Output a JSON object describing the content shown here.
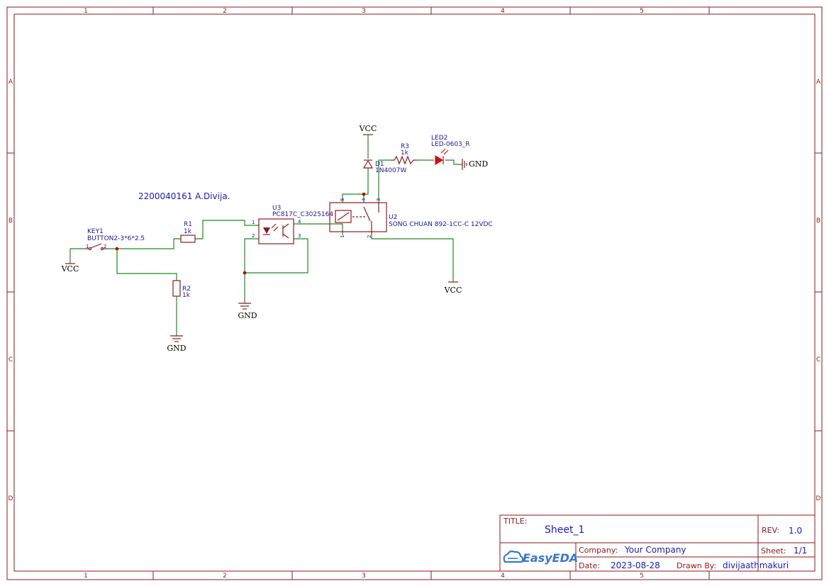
{
  "frame": {
    "columns": [
      "1",
      "2",
      "3",
      "4",
      "5"
    ],
    "rows": [
      "A",
      "B",
      "C",
      "D"
    ]
  },
  "annotation": "2200040161 A.Divija.",
  "components": {
    "key1": {
      "ref": "KEY1",
      "value": "BUTTON2-3*6*2.5",
      "pin1": "1",
      "pin2": "2"
    },
    "r1": {
      "ref": "R1",
      "value": "1k"
    },
    "r2": {
      "ref": "R2",
      "value": "1k"
    },
    "r3": {
      "ref": "R3",
      "value": "1k"
    },
    "u3": {
      "ref": "U3",
      "value": "PC817C_C3025164",
      "pin1": "1",
      "pin2": "2",
      "pin3": "3",
      "pin4": "4"
    },
    "u2": {
      "ref": "U2",
      "value": "SONG CHUAN 892-1CC-C 12VDC",
      "pin1": "1",
      "pin2": "2",
      "pin3": "3",
      "pin4": "4",
      "pin5": "5"
    },
    "d1": {
      "ref": "D1",
      "value": "1N4007W"
    },
    "led2": {
      "ref": "LED2",
      "value": "LED-0603_R"
    }
  },
  "nets": {
    "vcc_key": "VCC",
    "vcc_relay": "VCC",
    "vcc_diode": "VCC",
    "gnd_r2": "GND",
    "gnd_u3": "GND",
    "gnd_led": "GND"
  },
  "title_block": {
    "title_label": "TITLE:",
    "title_value": "Sheet_1",
    "rev_label": "REV:",
    "rev_value": "1.0",
    "company_label": "Company:",
    "company_value": "Your Company",
    "sheet_label": "Sheet:",
    "sheet_value": "1/1",
    "date_label": "Date:",
    "date_value": "2023-08-28",
    "drawn_label": "Drawn By:",
    "drawn_value": "divijaathmakuri",
    "logo": "EasyEDA"
  }
}
